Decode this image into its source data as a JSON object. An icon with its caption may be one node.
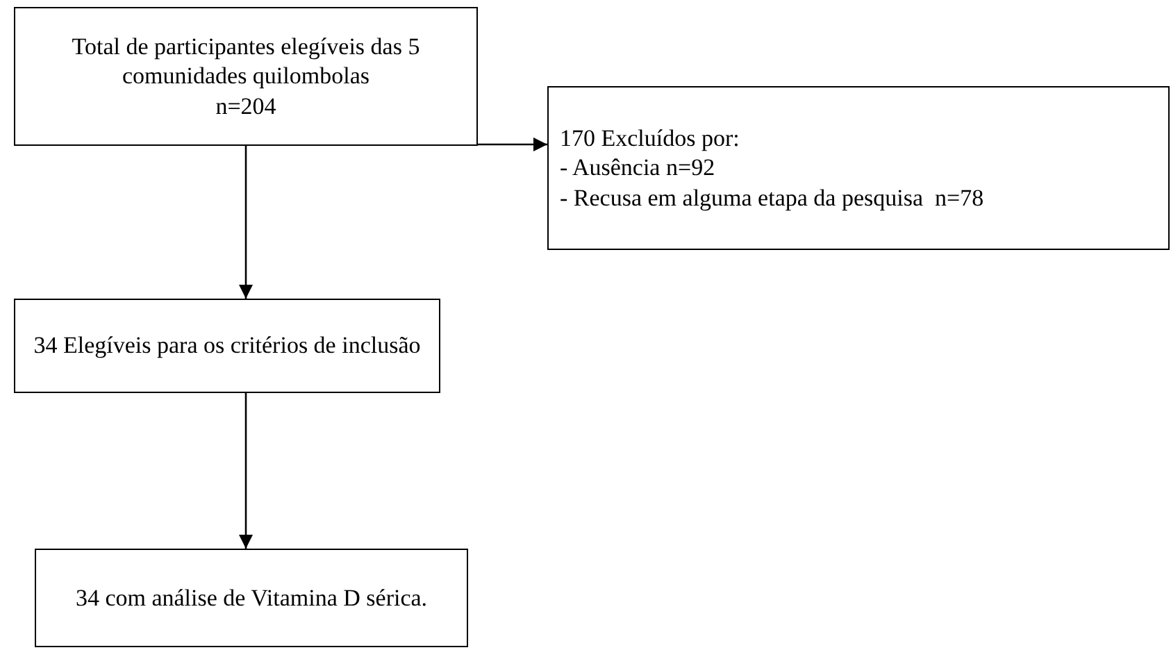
{
  "diagram": {
    "nodes": [
      {
        "text": [
          "Total de participantes elegíveis das 5 comunidades quilombolas",
          "n=204"
        ]
      },
      {
        "text": [
          "170 Excluídos por:",
          "- Ausência n=92",
          "- Recusa em alguma etapa da pesquisa  n=78"
        ]
      },
      {
        "text": [
          "34 Elegíveis para os critérios de inclusão"
        ]
      },
      {
        "text": [
          "34 com análise de Vitamina D sérica."
        ]
      }
    ],
    "edges": [
      {
        "from": 0,
        "to": 2,
        "arrow": "to"
      },
      {
        "from": 0,
        "to": 1,
        "arrow": "to"
      },
      {
        "from": 2,
        "to": 3,
        "arrow": "to"
      }
    ]
  }
}
